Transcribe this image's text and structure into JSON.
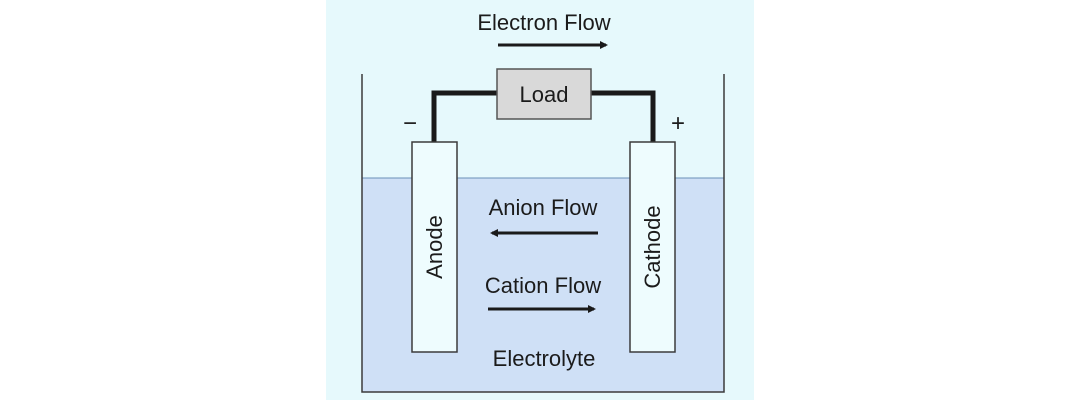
{
  "labels": {
    "electron_flow": "Electron Flow",
    "load": "Load",
    "minus": "−",
    "plus": "+",
    "anion_flow": "Anion Flow",
    "cation_flow": "Cation Flow",
    "anode": "Anode",
    "cathode": "Cathode",
    "electrolyte": "Electrolyte"
  },
  "colors": {
    "background": "#e6f9fc",
    "electrolyte": "#cfe0f6",
    "electrode": "#eefcfe",
    "load_box": "#d9d9d9",
    "wire": "#1a1a1a"
  }
}
